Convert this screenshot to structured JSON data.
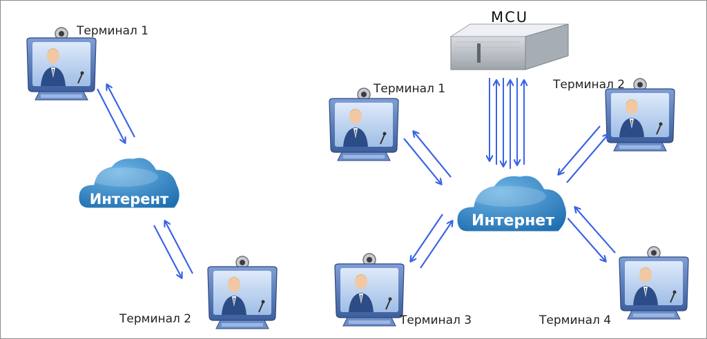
{
  "left_diagram": {
    "terminals": [
      {
        "label": "Терминал 1"
      },
      {
        "label": "Терминал 2"
      }
    ],
    "cloud": {
      "label": "Интерент"
    }
  },
  "right_diagram": {
    "server": {
      "label": "MCU"
    },
    "terminals": [
      {
        "label": "Терминал 1"
      },
      {
        "label": "Терминал 2"
      },
      {
        "label": "Терминал 3"
      },
      {
        "label": "Терминал 4"
      }
    ],
    "cloud": {
      "label": "Интернет"
    }
  },
  "colors": {
    "arrow": "#3a64e6",
    "cloud_fill": "#2f86c9",
    "cloud_light": "#eaf4fb",
    "monitor_frame": "#5a7fc0",
    "screen": "#bcd3ef"
  },
  "icons": {
    "terminal": "videoconference-terminal-icon",
    "cloud": "cloud-icon",
    "server": "server-icon",
    "arrow": "bidirectional-arrow-icon"
  }
}
